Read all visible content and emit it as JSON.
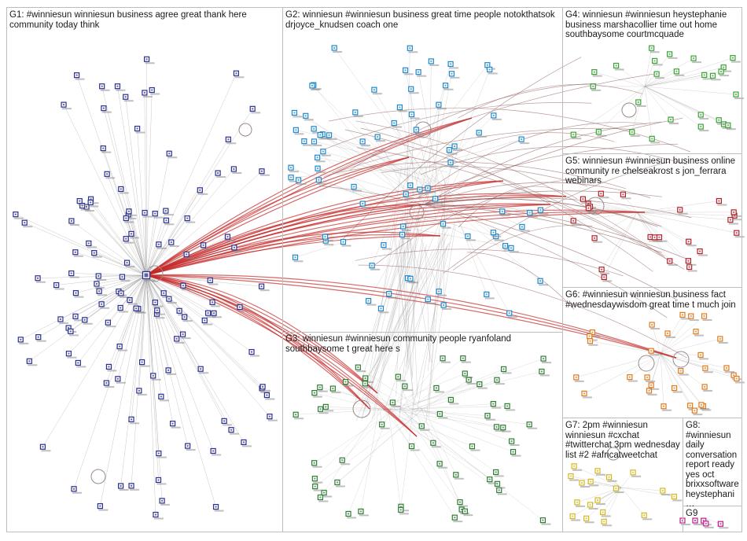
{
  "groups": [
    {
      "id": "G1",
      "label": "G1: #winniesun winniesun business agree great thank here community today think",
      "color": "#2b2f8f"
    },
    {
      "id": "G2",
      "label": "G2: winniesun #winniesun business great time people notokthatsok drjoyce_knudsen coach one",
      "color": "#1f88c9"
    },
    {
      "id": "G3",
      "label": "G3: winniesun #winniesun community people ryanfoland southbaysome t great here s",
      "color": "#2e7d32"
    },
    {
      "id": "G4",
      "label": "G4: winniesun #winniesun heystephanie business marshacollier time out home southbaysome courtmcquade",
      "color": "#3aa335"
    },
    {
      "id": "G5",
      "label": "G5: winniesun #winniesun business online community re chelseakrost s jon_ferrara webinars",
      "color": "#b3202a"
    },
    {
      "id": "G6",
      "label": "G6: #winniesun winniesun business fact #wednesdaywisdom great time t much join",
      "color": "#e07b1a"
    },
    {
      "id": "G7",
      "label": "G7: 2pm #winniesun winniesun #cxchat #twitterchat 3pm wednesday list #2 #africatweetchat",
      "color": "#d4b81f"
    },
    {
      "id": "G8",
      "label": "G8: #winniesun daily conversation report ready yes oct brixxsoftware heystephani…",
      "color": "#7b3fa0"
    },
    {
      "id": "G9",
      "label": "G9",
      "color": "#c2188f"
    }
  ],
  "colors": {
    "edge_gray": "#9a9a9a",
    "edge_red": "#c62828",
    "edge_brown": "#8d5a5a",
    "box_border": "#bdbdbd"
  }
}
